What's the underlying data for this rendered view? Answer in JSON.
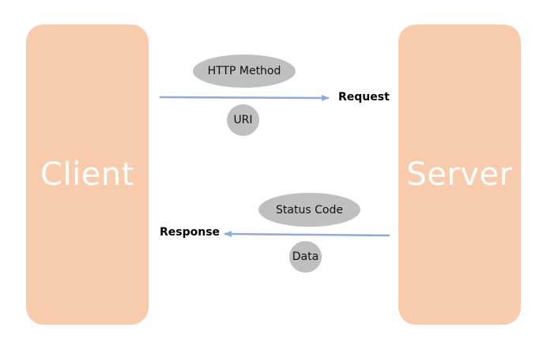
{
  "client": {
    "label": "Client"
  },
  "server": {
    "label": "Server"
  },
  "request": {
    "label": "Request",
    "method": "HTTP Method",
    "uri": "URI"
  },
  "response": {
    "label": "Response",
    "status": "Status Code",
    "data": "Data"
  },
  "colors": {
    "box_fill": "#f8cbad",
    "box_text": "#ffffff",
    "pill_fill": "#bfbfbf",
    "arrow": "#8faadc"
  }
}
